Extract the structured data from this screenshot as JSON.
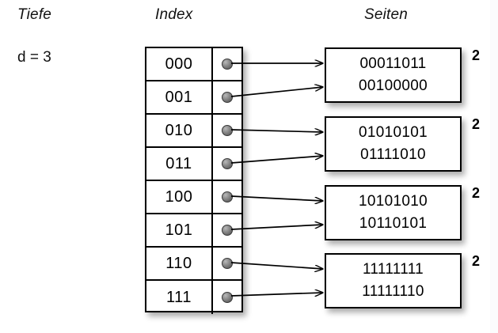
{
  "headings": {
    "depth": "Tiefe",
    "index": "Index",
    "pages": "Seiten"
  },
  "depth": {
    "label": "d = 3"
  },
  "index_table": {
    "rows": [
      {
        "key": "000",
        "pointer_icon": "filled-dot-icon",
        "target_page": 0
      },
      {
        "key": "001",
        "pointer_icon": "filled-dot-icon",
        "target_page": 0
      },
      {
        "key": "010",
        "pointer_icon": "filled-dot-icon",
        "target_page": 1
      },
      {
        "key": "011",
        "pointer_icon": "filled-dot-icon",
        "target_page": 1
      },
      {
        "key": "100",
        "pointer_icon": "filled-dot-icon",
        "target_page": 2
      },
      {
        "key": "101",
        "pointer_icon": "filled-dot-icon",
        "target_page": 2
      },
      {
        "key": "110",
        "pointer_icon": "filled-dot-icon",
        "target_page": 3
      },
      {
        "key": "111",
        "pointer_icon": "filled-dot-icon",
        "target_page": 3
      }
    ]
  },
  "pages": [
    {
      "line1": "00011011",
      "line2": "00100000",
      "count": "2"
    },
    {
      "line1": "01010101",
      "line2": "01111010",
      "count": "2"
    },
    {
      "line1": "10101010",
      "line2": "10110101",
      "count": "2"
    },
    {
      "line1": "11111111",
      "line2": "11111110",
      "count": "2"
    }
  ],
  "colors": {
    "background": "#ffffff",
    "stroke": "#000000",
    "dot_fill": "#7a7a7a",
    "text": "#000000"
  }
}
